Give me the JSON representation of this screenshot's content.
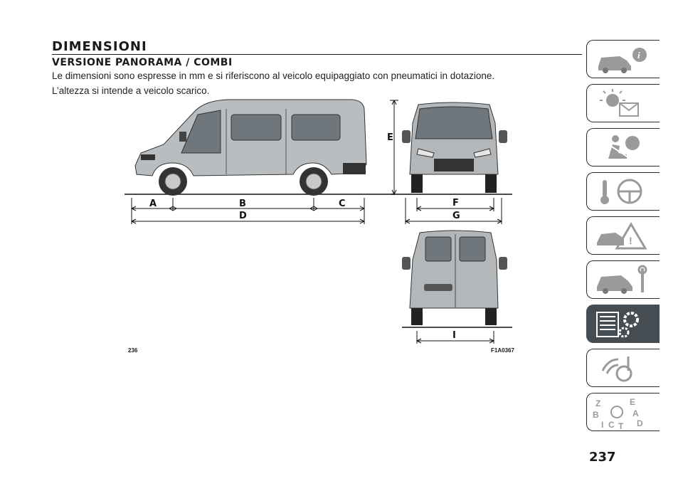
{
  "header": {
    "section_title": "DIMENSIONI",
    "subtitle": "VERSIONE PANORAMA / COMBI",
    "line1": "Le dimensioni sono espresse in mm e si riferiscono al veicolo equipaggiato con pneumatici in dotazione.",
    "line2": "L’altezza si intende a veicolo scarico."
  },
  "figure": {
    "number": "236",
    "code": "F1A0367",
    "labels": {
      "A": "A",
      "B": "B",
      "C": "C",
      "D": "D",
      "E": "E",
      "F": "F",
      "G": "G",
      "I": "I"
    }
  },
  "page_number": "237",
  "side_tabs": [
    {
      "icon": "car-info-icon",
      "active": false
    },
    {
      "icon": "dashboard-lights-icon",
      "active": false
    },
    {
      "icon": "airbag-seat-icon",
      "active": false
    },
    {
      "icon": "steering-wheel-icon",
      "active": false
    },
    {
      "icon": "warning-triangle-car-icon",
      "active": false
    },
    {
      "icon": "car-wrench-icon",
      "active": false
    },
    {
      "icon": "specs-gears-icon",
      "active": true
    },
    {
      "icon": "multimedia-icon",
      "active": false
    },
    {
      "icon": "alphabetical-index-icon",
      "active": false
    }
  ]
}
